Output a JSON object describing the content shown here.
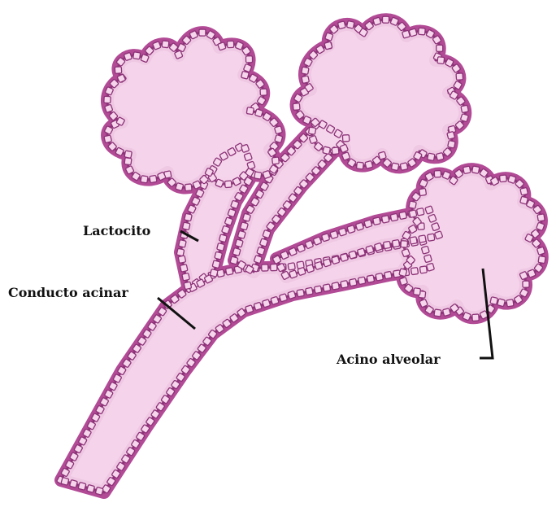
{
  "figure": {
    "labels": {
      "lactocyte": "Lactocito",
      "acinar_duct": "Conducto acinar",
      "alveolar_acinus": "Acino alveolar"
    },
    "colors": {
      "tissue_fill": "#f1c4e4",
      "tissue_fill_light": "#f6d6ec",
      "epithelium": "#b24a96",
      "epithelium_dark": "#8c3277",
      "cell_border": "#ffffff",
      "leader_line": "#111111"
    }
  }
}
